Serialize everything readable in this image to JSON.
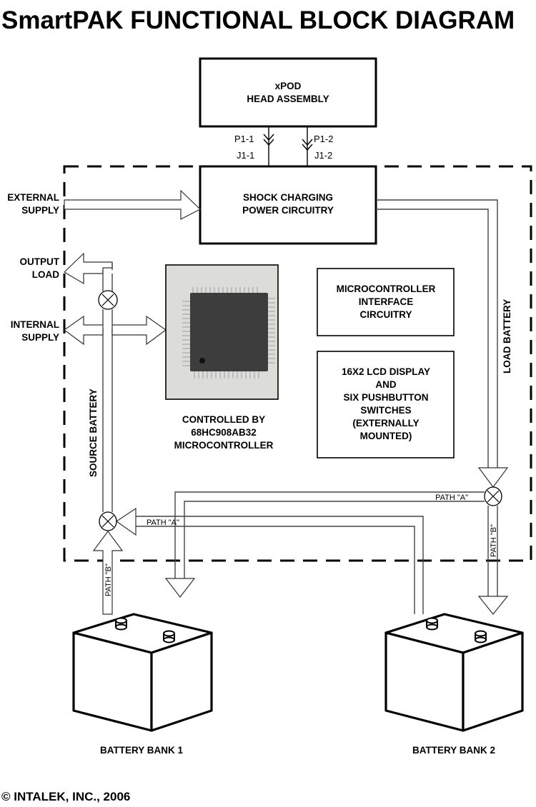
{
  "title": "SmartPAK FUNCTIONAL BLOCK DIAGRAM",
  "blocks": {
    "xpod": {
      "line1": "xPOD",
      "line2": "HEAD ASSEMBLY"
    },
    "shock": {
      "line1": "SHOCK CHARGING",
      "line2": "POWER CIRCUITRY"
    },
    "mcu_interface": {
      "line1": "MICROCONTROLLER",
      "line2": "INTERFACE",
      "line3": "CIRCUITRY"
    },
    "lcd": {
      "line1": "16X2 LCD DISPLAY",
      "line2": "AND",
      "line3": "SIX PUSHBUTTON",
      "line4": "SWITCHES",
      "line5": "(EXTERNALLY",
      "line6": "MOUNTED)"
    },
    "mcu_caption": {
      "line1": "CONTROLLED BY",
      "line2": "68HC908AB32",
      "line3": "MICROCONTROLLER"
    }
  },
  "connectors": {
    "p1_1": "P1-1",
    "p1_2": "P1-2",
    "j1_1": "J1-1",
    "j1_2": "J1-2"
  },
  "signals": {
    "external_supply": {
      "line1": "EXTERNAL",
      "line2": "SUPPLY"
    },
    "output_load": {
      "line1": "OUTPUT",
      "line2": "LOAD"
    },
    "internal_supply": {
      "line1": "INTERNAL",
      "line2": "SUPPLY"
    },
    "source_battery": "SOURCE BATTERY",
    "load_battery": "LOAD BATTERY",
    "path_a": "PATH \"A\"",
    "path_b": "PATH \"B\""
  },
  "batteries": {
    "bank1": "BATTERY BANK 1",
    "bank2": "BATTERY BANK 2"
  },
  "copyright": "© INTALEK, INC., 2006"
}
